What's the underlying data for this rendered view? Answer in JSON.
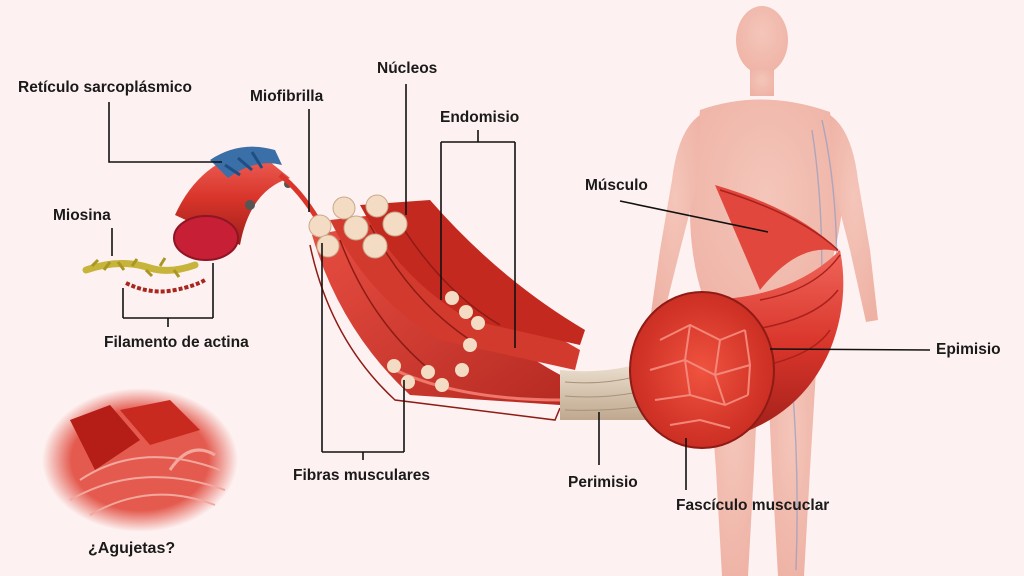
{
  "labels": {
    "reticulo": "Retículo sarcoplásmico",
    "miofibrilla": "Miofibrilla",
    "nucleos": "Núcleos",
    "endomisio": "Endomisio",
    "musculo": "Músculo",
    "miosina": "Miosina",
    "actina": "Filamento de actina",
    "epimisio": "Epimisio",
    "fibras": "Fibras musculares",
    "perimisio": "Perimisio",
    "fasciculo": "Fascículo muscuclar"
  },
  "inset": {
    "caption": "¿Agujetas?"
  },
  "colors": {
    "background": "#fdf2f1",
    "muscle": "#d9352b",
    "muscle_dark": "#a8211b",
    "reticulum": "#3a6fa8",
    "tendon": "#d8c7b2",
    "leader": "#111111"
  }
}
